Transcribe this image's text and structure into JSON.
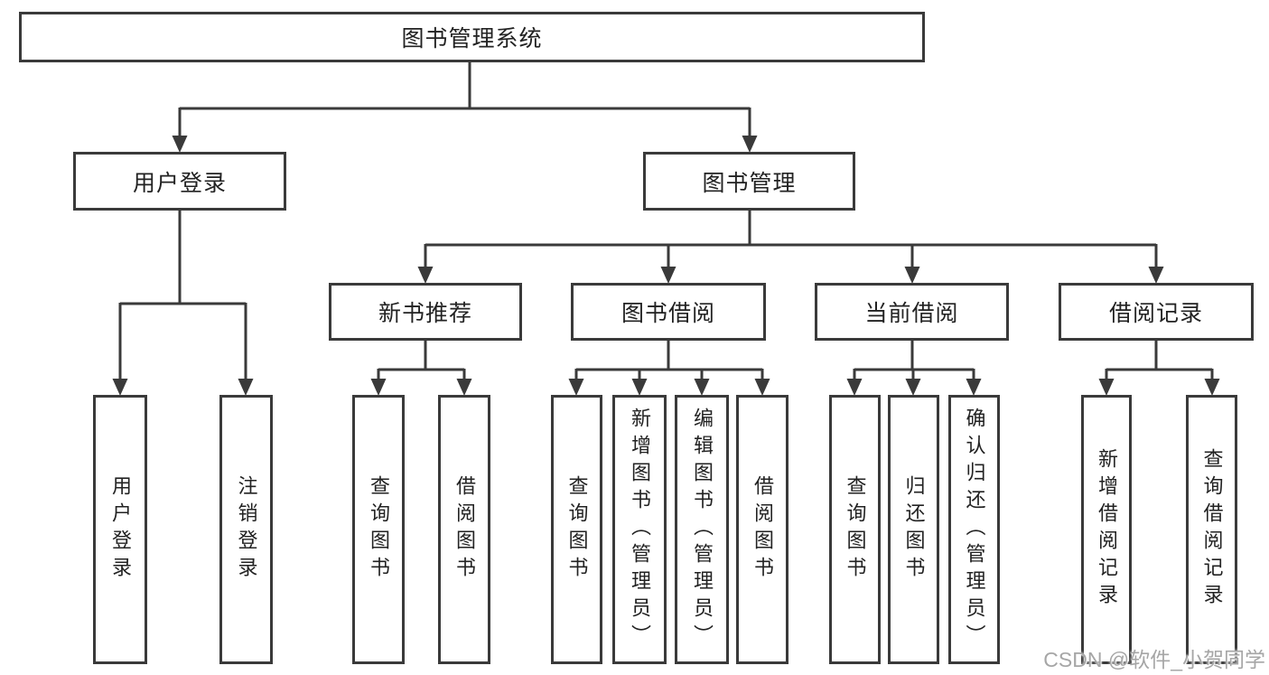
{
  "diagram": {
    "root": {
      "label": "图书管理系统"
    },
    "branches": [
      {
        "label": "用户登录",
        "children": [
          {
            "label": "用户登录"
          },
          {
            "label": "注销登录"
          }
        ]
      },
      {
        "label": "图书管理",
        "children": [
          {
            "label": "新书推荐",
            "children": [
              {
                "label": "查询图书"
              },
              {
                "label": "借阅图书"
              }
            ]
          },
          {
            "label": "图书借阅",
            "children": [
              {
                "label": "查询图书"
              },
              {
                "label": "新增图书（管理员）"
              },
              {
                "label": "编辑图书（管理员）"
              },
              {
                "label": "借阅图书"
              }
            ]
          },
          {
            "label": "当前借阅",
            "children": [
              {
                "label": "查询图书"
              },
              {
                "label": "归还图书"
              },
              {
                "label": "确认归还（管理员）"
              }
            ]
          },
          {
            "label": "借阅记录",
            "children": [
              {
                "label": "新增借阅记录"
              },
              {
                "label": "查询借阅记录"
              }
            ]
          }
        ]
      }
    ]
  },
  "watermark": "CSDN @软件_小贺同学",
  "colors": {
    "line": "#3a3a3a",
    "text": "#222222",
    "watermark": "#a6a6a6",
    "background": "#ffffff"
  }
}
